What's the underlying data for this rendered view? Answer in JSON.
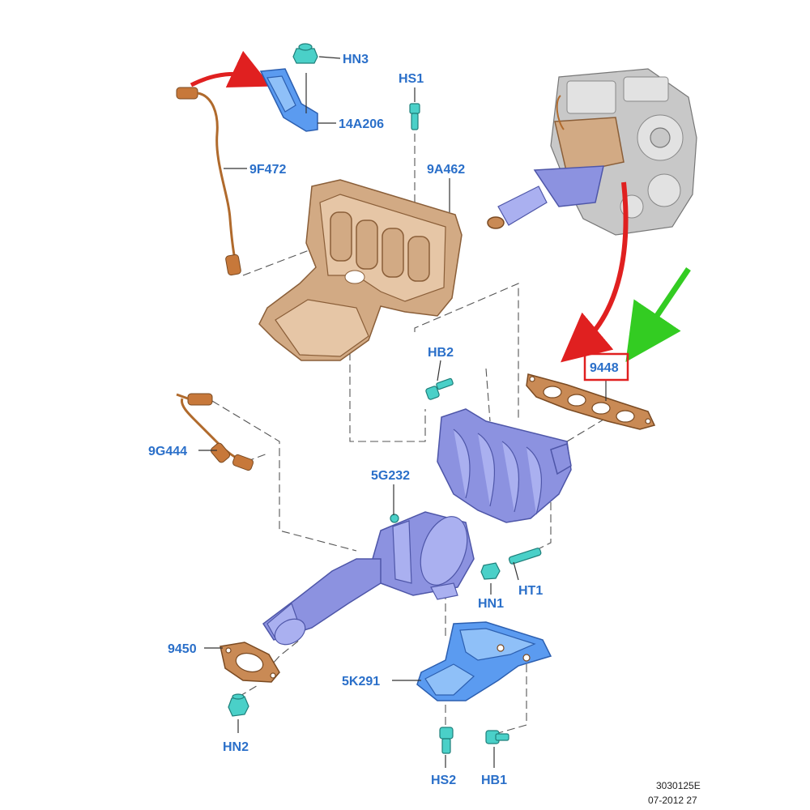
{
  "labels": {
    "hn3": "HN3",
    "hs1": "HS1",
    "p14a206": "14A206",
    "p9f472": "9F472",
    "p9a462": "9A462",
    "p9448": "9448",
    "hb2": "HB2",
    "p9g444": "9G444",
    "p5g232": "5G232",
    "hn1": "HN1",
    "ht1": "HT1",
    "p9450": "9450",
    "p5k291": "5K291",
    "hn2": "HN2",
    "hs2": "HS2",
    "hb1": "HB1"
  },
  "footer": {
    "code": "3030125E",
    "date": "07-2012 27"
  },
  "colors": {
    "label_blue": "#2a6fc9",
    "highlight_red": "#e02020",
    "arrow_green": "#33cc22",
    "manifold_blue": "#8c92e0",
    "heat_shield": "#d2aa84",
    "gasket": "#c98a55",
    "bolt_cyan": "#4ad0c8",
    "bracket_blue": "#5b9bf0"
  },
  "highlighted_part": "9448"
}
